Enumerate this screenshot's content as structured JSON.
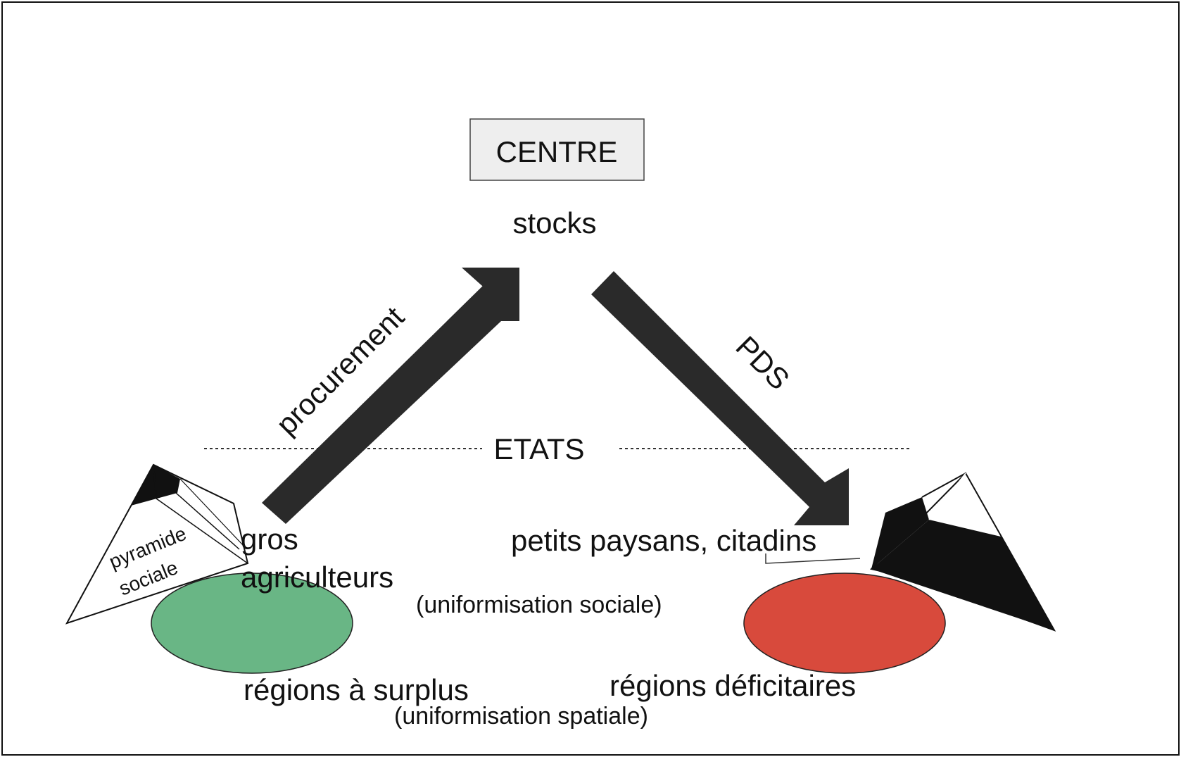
{
  "diagram": {
    "centre_label": "CENTRE",
    "stocks_label": "stocks",
    "procurement_label": "procurement",
    "pds_label": "PDS",
    "etats_label": "ETATS",
    "pyramid_label_line1": "pyramide",
    "pyramid_label_line2": "sociale",
    "gros_label": "gros",
    "agriculteurs_label": "agriculteurs",
    "petits_label": "petits paysans, citadins",
    "uniformisation_sociale_label": "(uniformisation sociale)",
    "regions_surplus_label": "régions à surplus",
    "regions_deficitaires_label": "régions déficitaires",
    "uniformisation_spatiale_label": "(uniformisation spatiale)"
  },
  "colors": {
    "surplus_region": "#69b685",
    "deficit_region": "#d84a3c",
    "centre_box_fill": "#eeeeee",
    "arrow": "#2a2a2a",
    "pyramid_dark": "#111111"
  }
}
